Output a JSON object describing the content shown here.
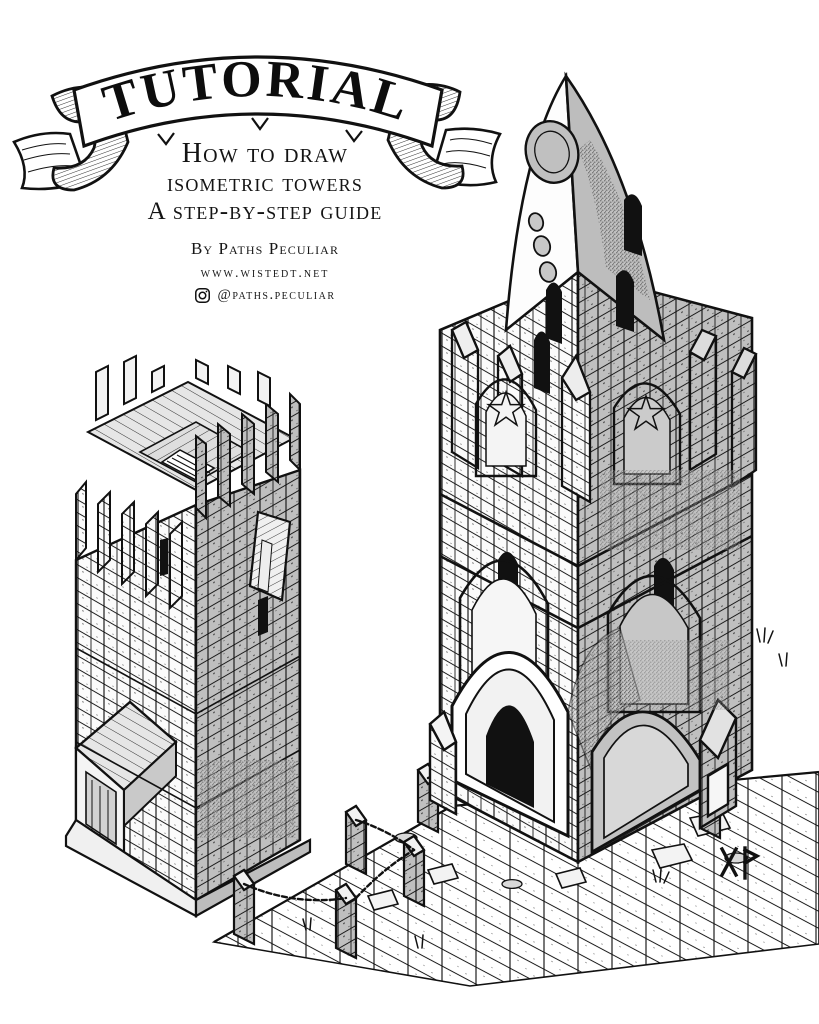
{
  "poster": {
    "banner_label": "TUTORIAL",
    "title_lines": [
      "How to draw",
      "isometric towers",
      "A step-by-step guide"
    ],
    "credits": {
      "author": "By Paths Peculiar",
      "website": "www.wistedt.net",
      "instagram_handle": "@paths.peculiar",
      "instagram_icon": "instagram-icon"
    },
    "signature": "runic-monogram-signature"
  },
  "artwork": {
    "style": "pen-and-ink crosshatch isometric line art",
    "background_color": "#ffffff",
    "ink_color": "#111111",
    "shadow_fill": "#bdbdbd",
    "mid_fill": "#d7d7d7",
    "subjects": [
      {
        "name": "simple-keep-tower",
        "description": "Square isometric stone keep with crenellated battlements, wooden plank floor and stair opening on top, brick coursing, a small arrow-slit window, a broken shutter awning and a timber porch roof at the base",
        "features": [
          "crenellations",
          "wood-plank-roof-deck",
          "stair-opening",
          "arrow-slit",
          "timber-porch",
          "brick-coursing"
        ]
      },
      {
        "name": "gothic-cathedral-tower",
        "description": "Tall ruined Gothic tower with a pointed spire, rose window, lancet windows, pinnacles with star motifs, pointed arch portals and buttresses, standing on a flagstone plaza",
        "features": [
          "spire",
          "rose-window",
          "lancet-windows",
          "pointed-arches",
          "pinnacles",
          "star-tympanum",
          "grand-portal",
          "buttresses"
        ]
      },
      {
        "name": "flagstone-plaza",
        "description": "Isometric paved stone plaza with scattered rubble slabs, grass tufts and a row of chain-linked stone bollards",
        "features": [
          "flagstones",
          "rubble",
          "grass-tufts",
          "chain-posts"
        ]
      }
    ]
  }
}
